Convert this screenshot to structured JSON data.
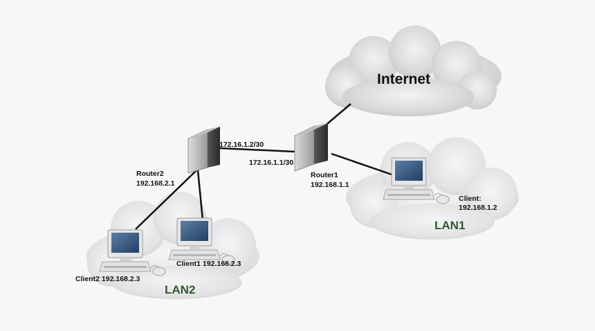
{
  "internet": {
    "label": "Internet"
  },
  "links": {
    "router2_wan": "172.16.1.2/30",
    "router1_wan": "172.16.1.1/30"
  },
  "router1": {
    "name": "Router1",
    "ip": "192.168.1.1"
  },
  "router2": {
    "name": "Router2",
    "ip": "192.168.2.1"
  },
  "lan1": {
    "label": "LAN1",
    "client": {
      "name": "Client:",
      "ip": "192.168.1.2"
    }
  },
  "lan2": {
    "label": "LAN2",
    "client1": "Client1 192.168.2.3",
    "client2": "Client2 192.168.2.3"
  },
  "colors": {
    "lan_label": "#2e5a2e",
    "cloud": "#cfcfd2",
    "link": "#111111"
  }
}
